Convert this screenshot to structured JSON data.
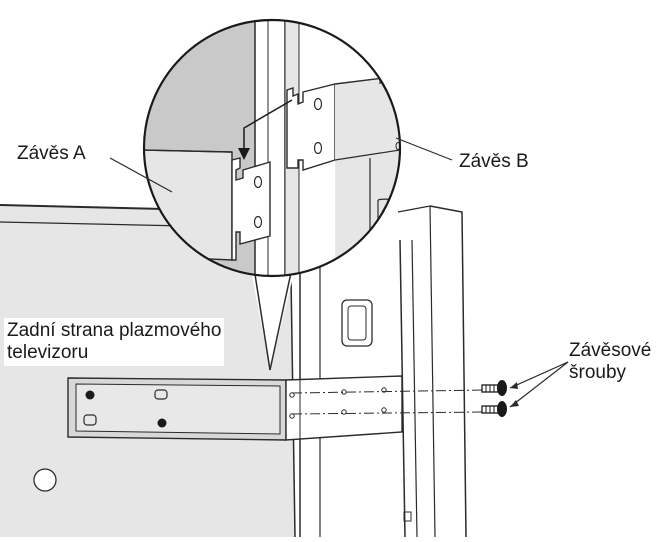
{
  "labels": {
    "hinge_a": "Závěs A",
    "hinge_b": "Závěs B",
    "back_line1": "Zadní strana plazmového",
    "back_line2": "televizoru",
    "screws_line1": "Závěsové",
    "screws_line2": "šrouby"
  },
  "colors": {
    "line": "#2b2b2b",
    "fill_light": "#e6e6e6",
    "fill_mid": "#c9c9c9",
    "fill_white": "#ffffff"
  }
}
